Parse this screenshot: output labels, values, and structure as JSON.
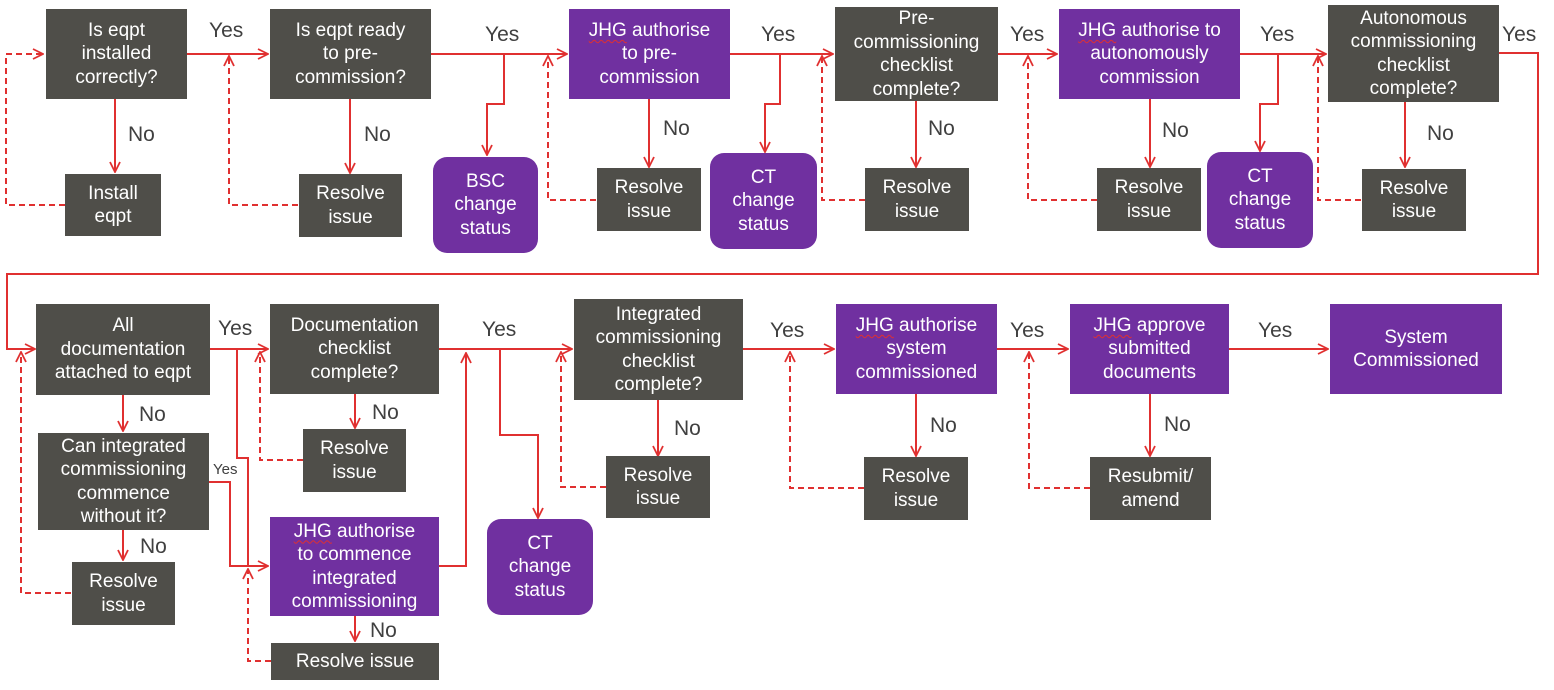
{
  "diagram": {
    "colors": {
      "decision_box": "#4f4e49",
      "authority_box": "#7030a0",
      "connector": "#e03030",
      "label_text": "#404040",
      "box_text": "#ffffff"
    },
    "nodes": [
      {
        "id": "n1",
        "text": "Is eqpt\ninstalled\ncorrectly?",
        "kind": "decision"
      },
      {
        "id": "n2",
        "text": "Install\neqpt",
        "kind": "action"
      },
      {
        "id": "n3",
        "text": "Is eqpt ready\nto pre-\ncommission?",
        "kind": "decision"
      },
      {
        "id": "n4",
        "text": "Resolve\nissue",
        "kind": "action"
      },
      {
        "id": "n5",
        "text": "BSC\nchange\nstatus",
        "kind": "status"
      },
      {
        "id": "n6",
        "text": "JHG authorise\nto pre-\ncommission",
        "kind": "authority"
      },
      {
        "id": "n7",
        "text": "Resolve\nissue",
        "kind": "action"
      },
      {
        "id": "n8",
        "text": "CT\nchange\nstatus",
        "kind": "status"
      },
      {
        "id": "n9",
        "text": "Pre-\ncommissioning\nchecklist\ncomplete?",
        "kind": "decision"
      },
      {
        "id": "n10",
        "text": "Resolve\nissue",
        "kind": "action"
      },
      {
        "id": "n11",
        "text": "JHG authorise to\nautonomously\ncommission",
        "kind": "authority"
      },
      {
        "id": "n12",
        "text": "Resolve\nissue",
        "kind": "action"
      },
      {
        "id": "n13",
        "text": "CT\nchange\nstatus",
        "kind": "status"
      },
      {
        "id": "n14",
        "text": "Autonomous\ncommissioning\nchecklist\ncomplete?",
        "kind": "decision"
      },
      {
        "id": "n15",
        "text": "Resolve\nissue",
        "kind": "action"
      },
      {
        "id": "n16",
        "text": "All\ndocumentation\nattached to eqpt",
        "kind": "decision"
      },
      {
        "id": "n17",
        "text": "Can integrated\ncommissioning\ncommence\nwithout it?",
        "kind": "decision"
      },
      {
        "id": "n18",
        "text": "Resolve\nissue",
        "kind": "action"
      },
      {
        "id": "n19",
        "text": "Documentation\nchecklist\ncomplete?",
        "kind": "decision"
      },
      {
        "id": "n20",
        "text": "Resolve\nissue",
        "kind": "action"
      },
      {
        "id": "n21",
        "text": "JHG authorise\nto commence\nintegrated\ncommissioning",
        "kind": "authority"
      },
      {
        "id": "n22",
        "text": "Resolve issue",
        "kind": "action"
      },
      {
        "id": "n23",
        "text": "CT\nchange\nstatus",
        "kind": "status"
      },
      {
        "id": "n24",
        "text": "Integrated\ncommissioning\nchecklist\ncomplete?",
        "kind": "decision"
      },
      {
        "id": "n25",
        "text": "Resolve\nissue",
        "kind": "action"
      },
      {
        "id": "n26",
        "text": "JHG authorise\nsystem\ncommissioned",
        "kind": "authority"
      },
      {
        "id": "n27",
        "text": "Resolve\nissue",
        "kind": "action"
      },
      {
        "id": "n28",
        "text": "JHG approve\nsubmitted\ndocuments",
        "kind": "authority"
      },
      {
        "id": "n29",
        "text": "Resubmit/\namend",
        "kind": "action"
      },
      {
        "id": "n30",
        "text": "System\nCommissioned",
        "kind": "authority"
      }
    ],
    "edge_labels": [
      {
        "id": "l1",
        "text": "Yes"
      },
      {
        "id": "l2",
        "text": "No"
      },
      {
        "id": "l3",
        "text": "Yes"
      },
      {
        "id": "l4",
        "text": "No"
      },
      {
        "id": "l5",
        "text": "Yes"
      },
      {
        "id": "l6",
        "text": "No"
      },
      {
        "id": "l7",
        "text": "Yes"
      },
      {
        "id": "l8",
        "text": "No"
      },
      {
        "id": "l9",
        "text": "Yes"
      },
      {
        "id": "l10",
        "text": "No"
      },
      {
        "id": "l11",
        "text": "Yes"
      },
      {
        "id": "l12",
        "text": "No"
      },
      {
        "id": "l13",
        "text": "Yes"
      },
      {
        "id": "l14",
        "text": "No"
      },
      {
        "id": "l15",
        "text": "Yes"
      },
      {
        "id": "l16",
        "text": "No"
      },
      {
        "id": "l17",
        "text": "No"
      },
      {
        "id": "l18",
        "text": "No"
      },
      {
        "id": "l19",
        "text": "Yes"
      },
      {
        "id": "l20",
        "text": "No"
      },
      {
        "id": "l21",
        "text": "Yes"
      },
      {
        "id": "l22",
        "text": "No"
      },
      {
        "id": "l23",
        "text": "Yes"
      },
      {
        "id": "l24",
        "text": "No"
      },
      {
        "id": "l25",
        "text": "Yes"
      }
    ]
  }
}
